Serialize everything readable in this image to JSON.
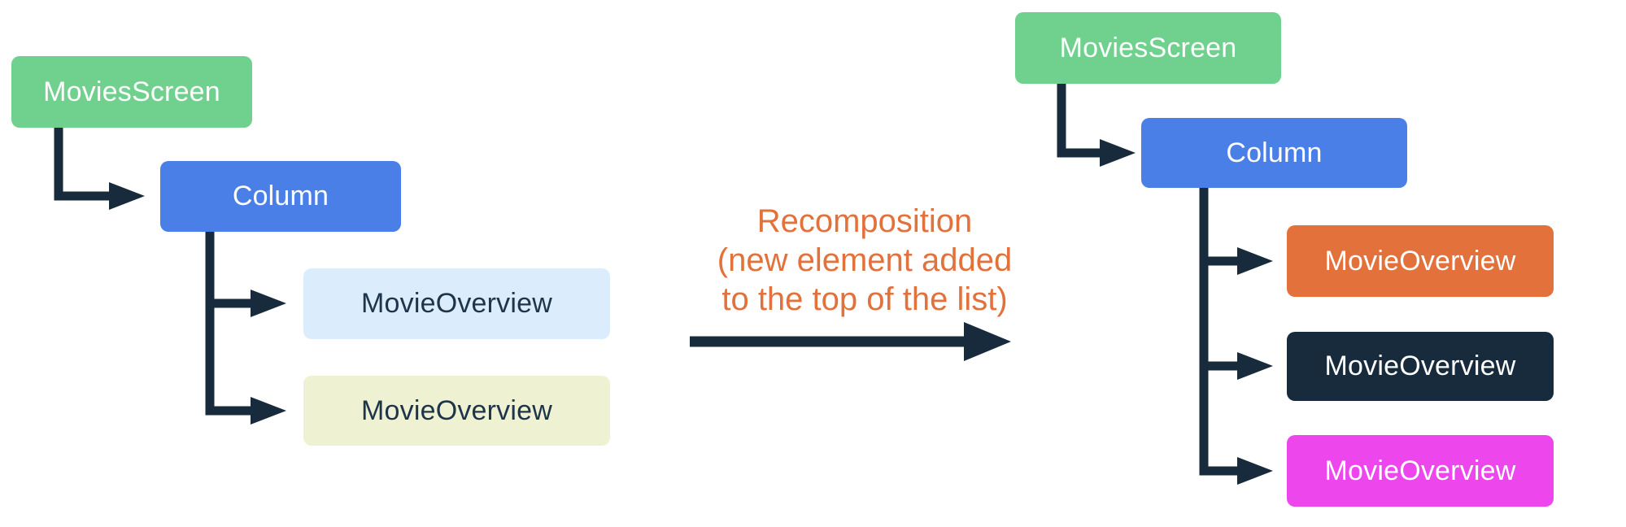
{
  "colors": {
    "connector": "#172b3d",
    "background": "#ffffff"
  },
  "before_tree": {
    "nodes": [
      {
        "label": "MoviesScreen",
        "fill": "#6fd18d",
        "text": "#ffffff"
      },
      {
        "label": "Column",
        "fill": "#4b7fe8",
        "text": "#ffffff"
      },
      {
        "label": "MovieOverview",
        "fill": "#dbedfc",
        "text": "#1d344a"
      },
      {
        "label": "MovieOverview",
        "fill": "#eef2d3",
        "text": "#1d344a"
      }
    ]
  },
  "after_tree": {
    "nodes": [
      {
        "label": "MoviesScreen",
        "fill": "#6fd18d",
        "text": "#ffffff"
      },
      {
        "label": "Column",
        "fill": "#4b7fe8",
        "text": "#ffffff"
      },
      {
        "label": "MovieOverview",
        "fill": "#e2713b",
        "text": "#ffffff"
      },
      {
        "label": "MovieOverview",
        "fill": "#172b3d",
        "text": "#ffffff"
      },
      {
        "label": "MovieOverview",
        "fill": "#ec46ec",
        "text": "#ffffff"
      }
    ]
  },
  "transition_label": {
    "color": "#e2713b",
    "lines": [
      "Recomposition",
      "(new element added",
      "to the top of the list)"
    ]
  }
}
